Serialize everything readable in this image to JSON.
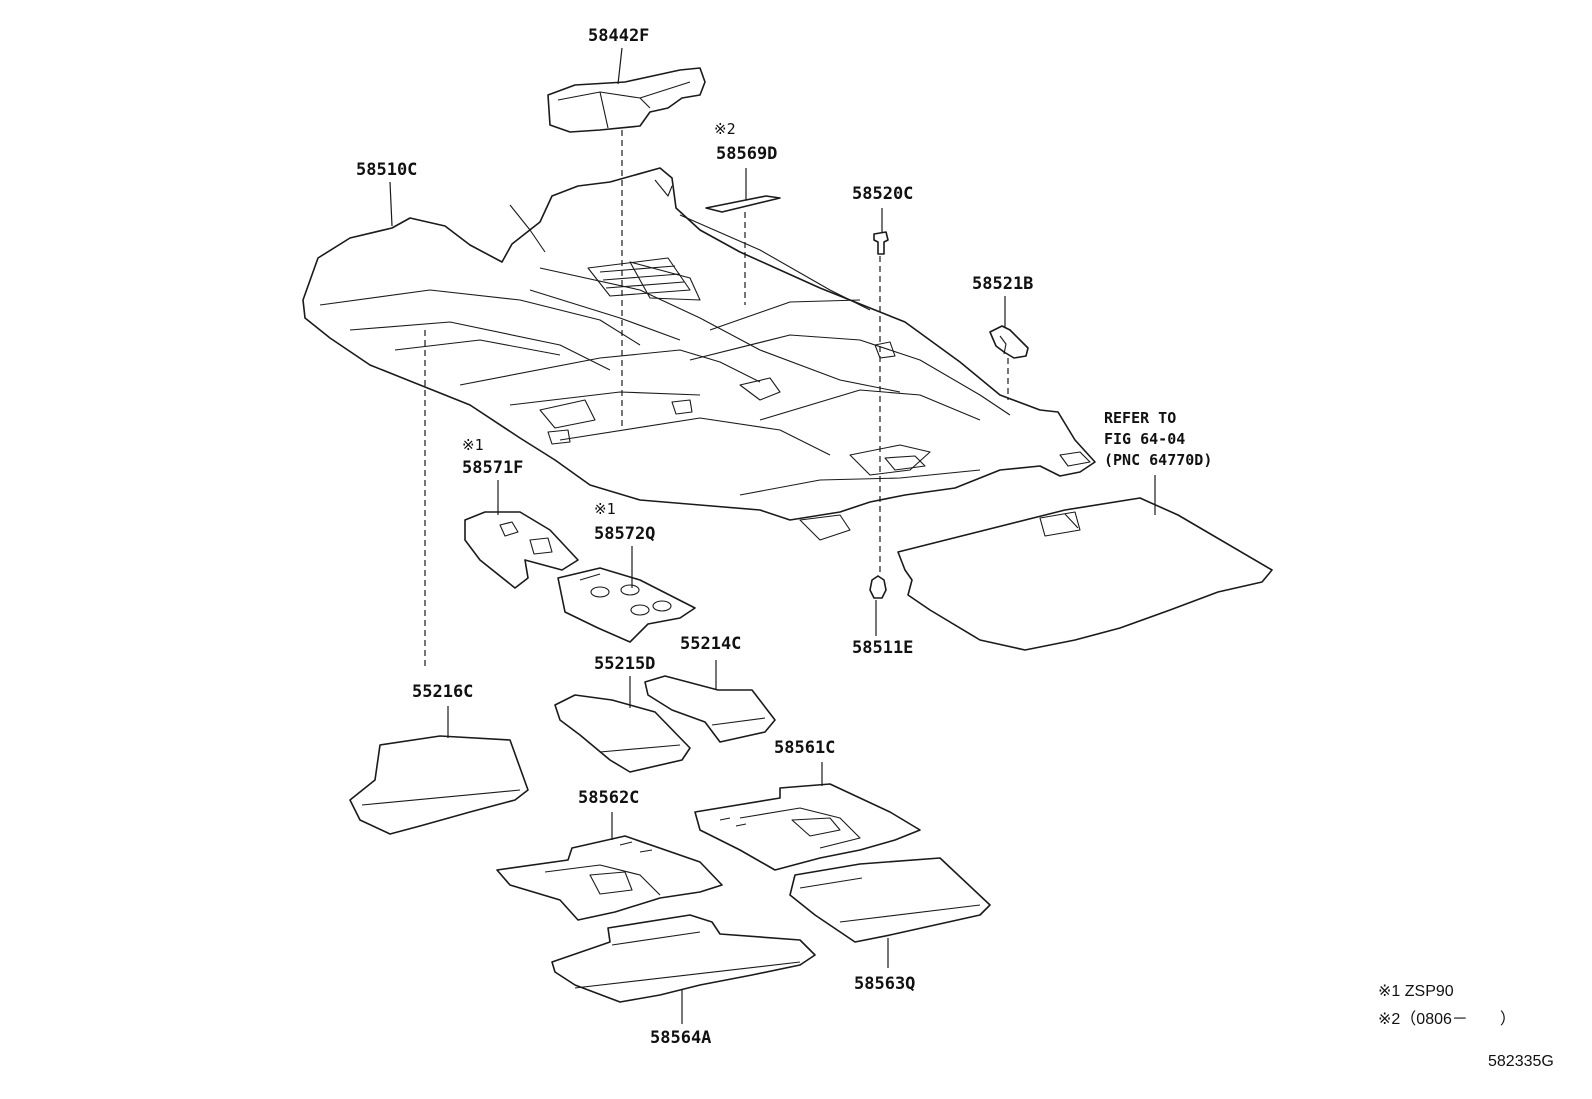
{
  "callouts": {
    "p58442F": "58442F",
    "p58569D": "58569D",
    "p58510C": "58510C",
    "p58520C": "58520C",
    "p58521B": "58521B",
    "p58571F": "58571F",
    "p58572Q": "58572Q",
    "p55214C": "55214C",
    "p55215D": "55215D",
    "p55216C": "55216C",
    "p58511E": "58511E",
    "p58561C": "58561C",
    "p58562C": "58562C",
    "p58563Q": "58563Q",
    "p58564A": "58564A"
  },
  "marks": {
    "m58569D": "※2",
    "m58571F": "※1",
    "m58572Q": "※1"
  },
  "reference": {
    "line1": "REFER TO",
    "line2": "FIG 64-04",
    "line3": "(PNC 64770D)"
  },
  "notes": {
    "note1": "※1 ZSP90",
    "note2": "※2（0806－　　）"
  },
  "figure_code": "582335G",
  "colors": {
    "ink": "#1a1a1a",
    "background": "#ffffff"
  }
}
